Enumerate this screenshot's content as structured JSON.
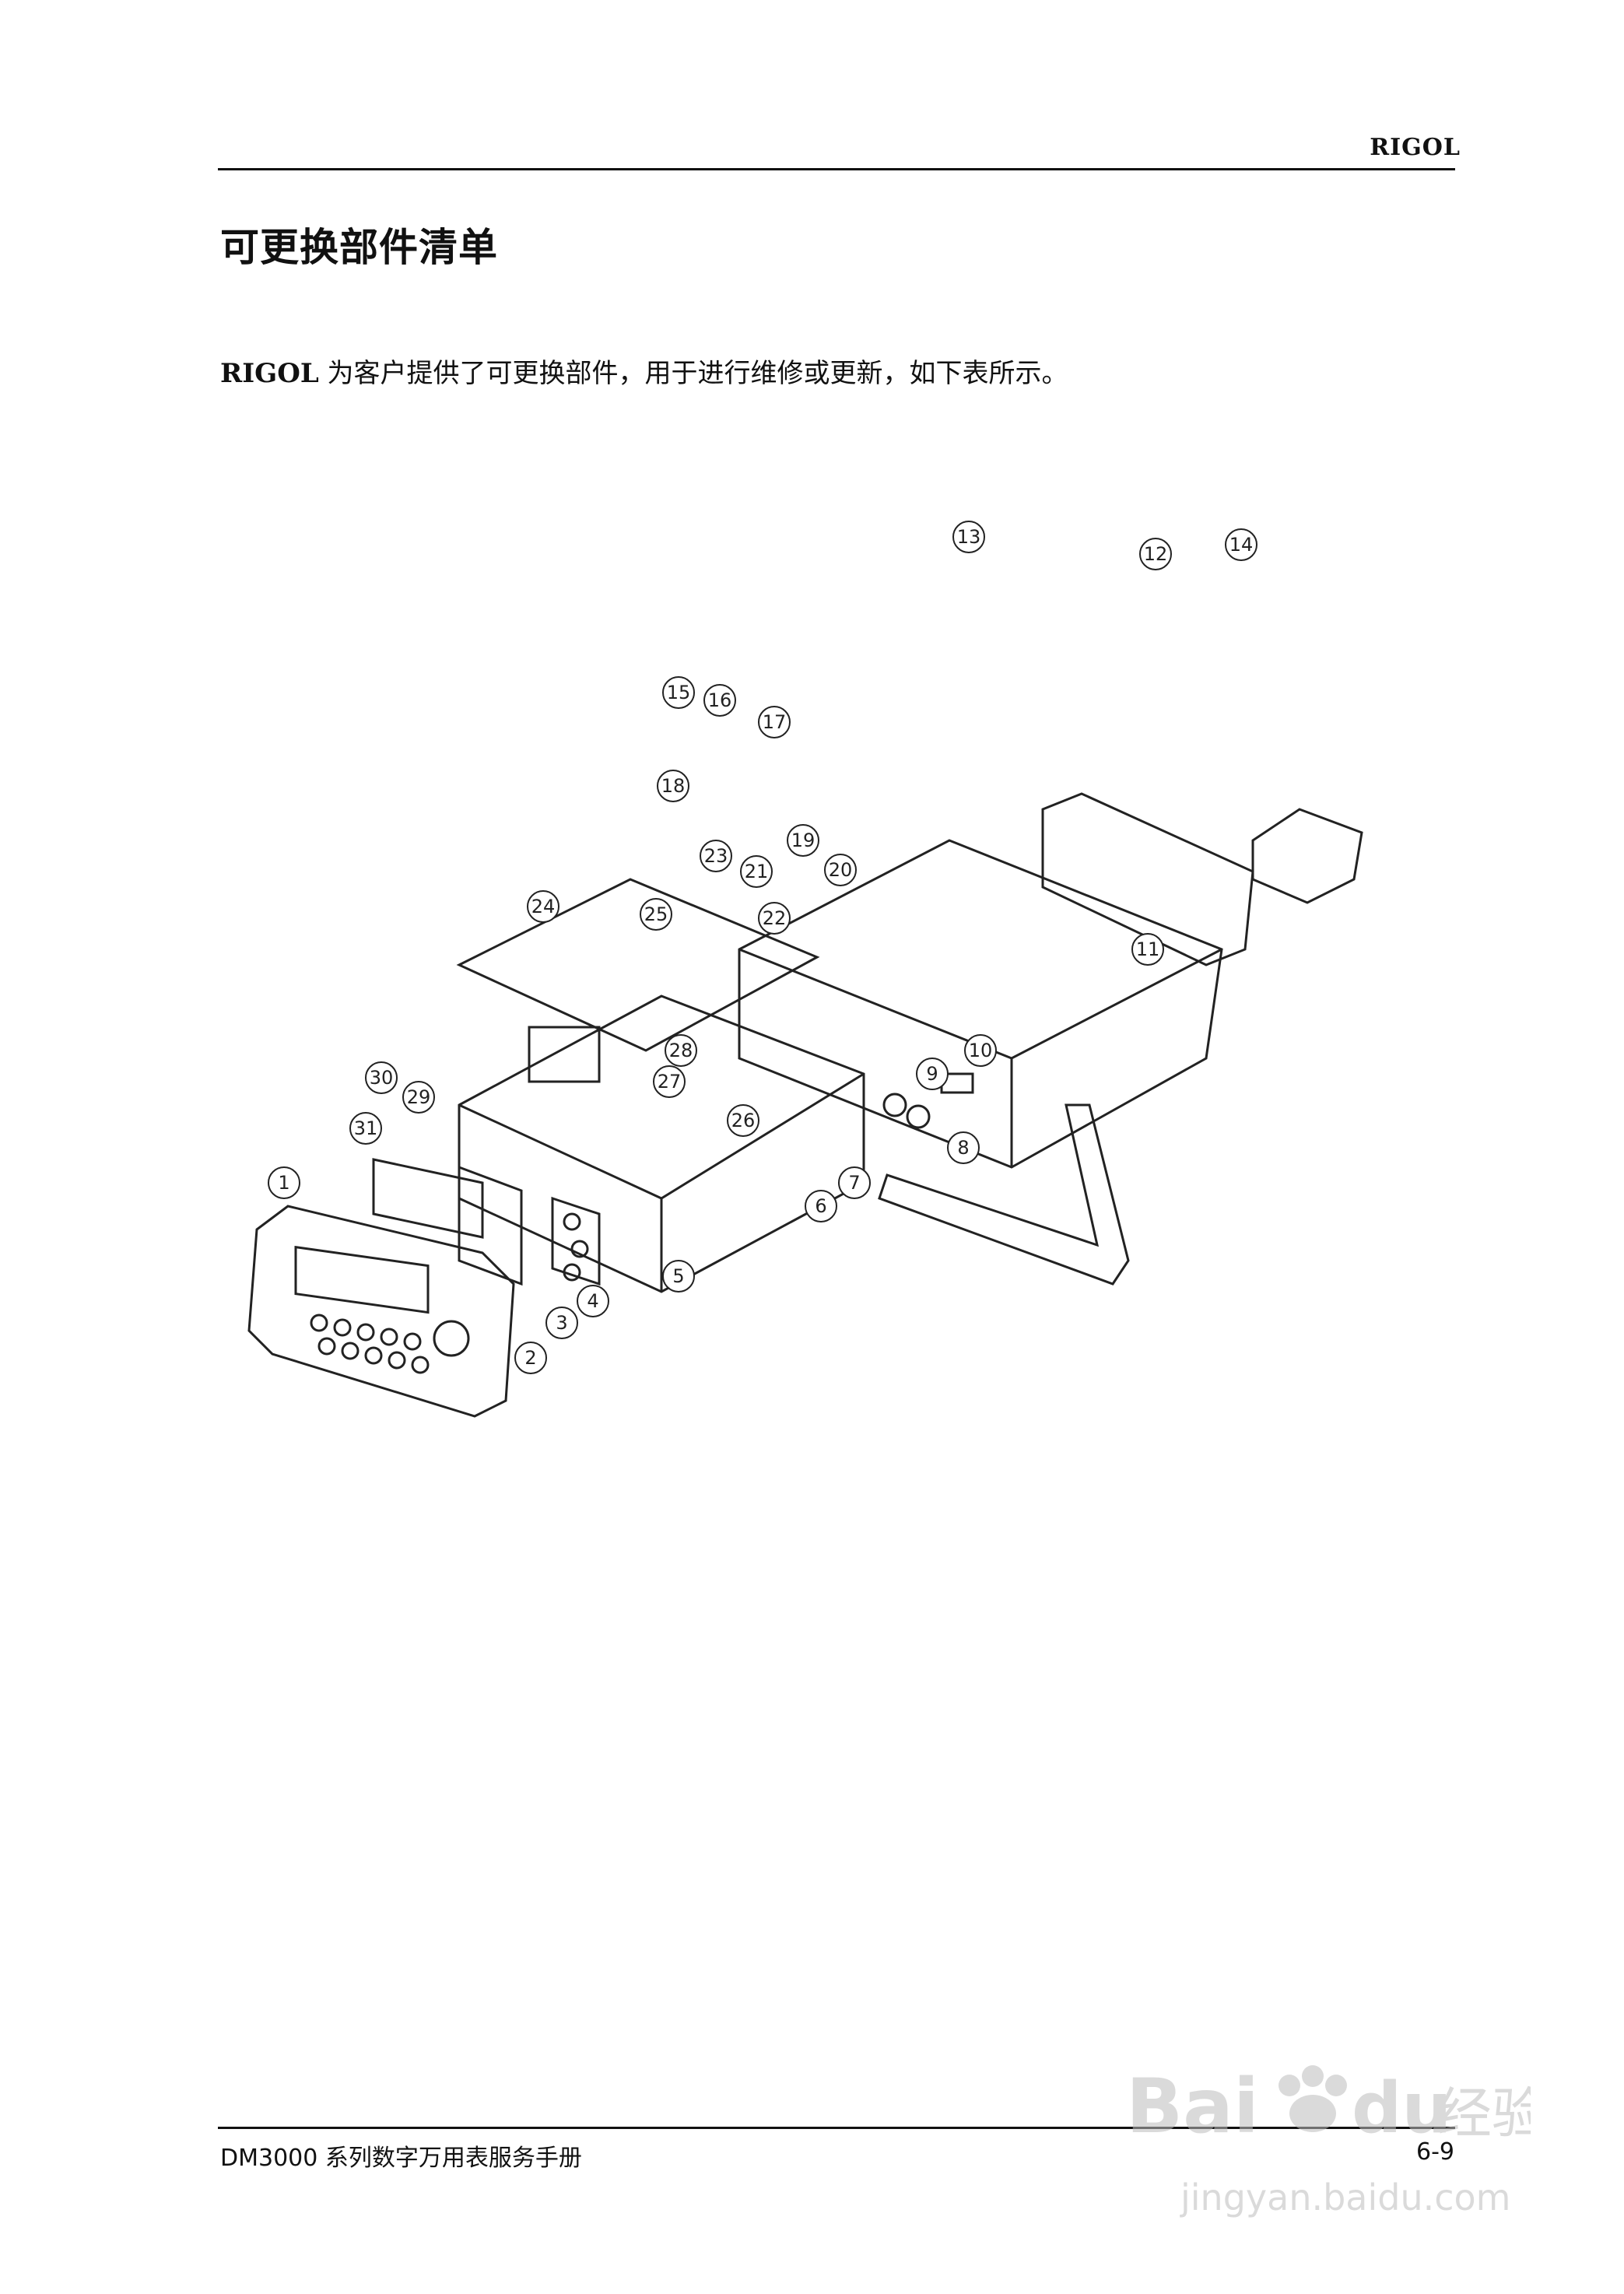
{
  "header": {
    "brand": "RIGOL"
  },
  "title": "可更换部件清单",
  "intro": {
    "brand": "RIGOL",
    "text": " 为客户提供了可更换部件，用于进行维修或更新，如下表所示。"
  },
  "diagram": {
    "callouts": [
      "1",
      "2",
      "3",
      "4",
      "5",
      "6",
      "7",
      "8",
      "9",
      "10",
      "11",
      "12",
      "13",
      "14",
      "15",
      "16",
      "17",
      "18",
      "19",
      "20",
      "21",
      "22",
      "23",
      "24",
      "25",
      "26",
      "27",
      "28",
      "29",
      "30",
      "31"
    ]
  },
  "footer": {
    "manual": "DM3000 系列数字万用表服务手册",
    "page": "6-9"
  },
  "watermark": {
    "brand": "Bai",
    "brand2": "du",
    "jingyan": "经验",
    "url": "jingyan.baidu.com"
  }
}
